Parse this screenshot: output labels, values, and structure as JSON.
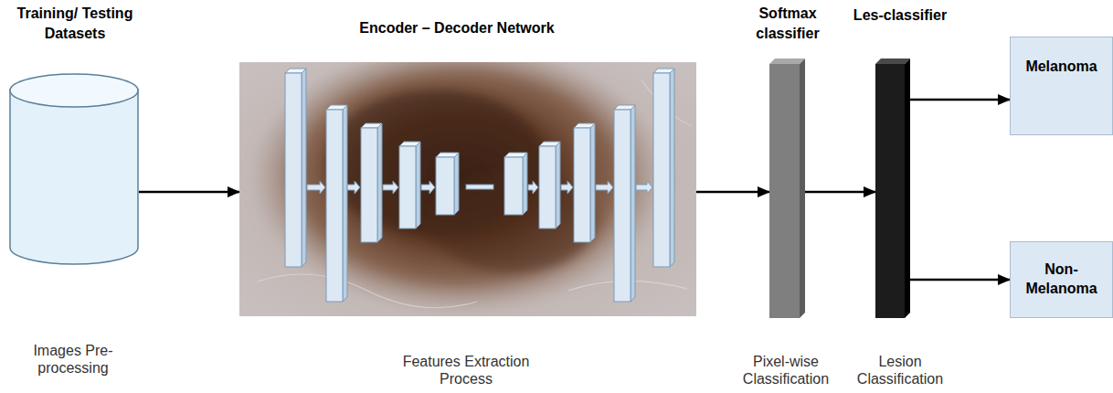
{
  "diagram": {
    "nodes": [
      {
        "text": [
          "Training/ Testing Datasets",
          "Images Pre-processing"
        ]
      },
      {
        "text": [
          "Encoder – Decoder Network",
          "Features Extraction Process"
        ]
      },
      {
        "text": [
          "Softmax classifier",
          "Pixel-wise Classification"
        ]
      },
      {
        "text": [
          "Les-classifier",
          "Lesion Classification"
        ]
      },
      {
        "text": [
          "Melanoma"
        ]
      },
      {
        "text": [
          "Non-Melanoma"
        ]
      }
    ],
    "edges": [
      {
        "from": 0,
        "to": 1,
        "arrow": "to"
      },
      {
        "from": 1,
        "to": 2,
        "arrow": "to"
      },
      {
        "from": 2,
        "to": 3,
        "arrow": "to"
      },
      {
        "from": 3,
        "to": 4,
        "arrow": "to"
      },
      {
        "from": 3,
        "to": 5,
        "arrow": "to"
      }
    ]
  }
}
